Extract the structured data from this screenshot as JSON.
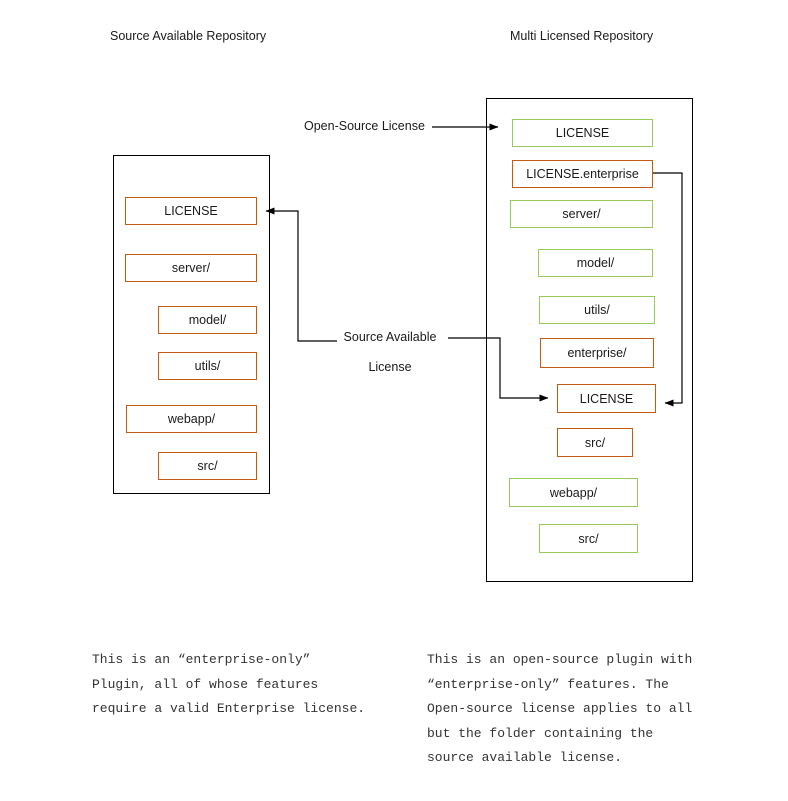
{
  "diagram": {
    "left_repo": {
      "title": "Source Available Repository",
      "boxes": [
        {
          "label": "LICENSE",
          "color": "orange"
        },
        {
          "label": "server/",
          "color": "orange"
        },
        {
          "label": "model/",
          "color": "orange"
        },
        {
          "label": "utils/",
          "color": "orange"
        },
        {
          "label": "webapp/",
          "color": "orange"
        },
        {
          "label": "src/",
          "color": "orange"
        }
      ]
    },
    "right_repo": {
      "title": "Multi Licensed Repository",
      "boxes": [
        {
          "label": "LICENSE",
          "color": "green"
        },
        {
          "label": "LICENSE.enterprise",
          "color": "orange"
        },
        {
          "label": "server/",
          "color": "green"
        },
        {
          "label": "model/",
          "color": "green"
        },
        {
          "label": "utils/",
          "color": "green"
        },
        {
          "label": "enterprise/",
          "color": "orange"
        },
        {
          "label": "LICENSE",
          "color": "orange"
        },
        {
          "label": "src/",
          "color": "orange"
        },
        {
          "label": "webapp/",
          "color": "green"
        },
        {
          "label": "src/",
          "color": "green"
        }
      ]
    },
    "edge_labels": {
      "open_source": "Open-Source License",
      "source_available_line1": "Source Available",
      "source_available_line2": "License"
    },
    "colors": {
      "enterprise_orange": "#C55A11",
      "open_source_green": "#97CA58",
      "line_black": "#000000"
    }
  },
  "notes": {
    "left": "This is an “enterprise-only”\nPlugin, all of whose features\nrequire a valid Enterprise license.",
    "right": "This is an open-source plugin with\n“enterprise-only” features. The\nOpen-source license applies to all\nbut the folder containing the\nsource available license."
  }
}
